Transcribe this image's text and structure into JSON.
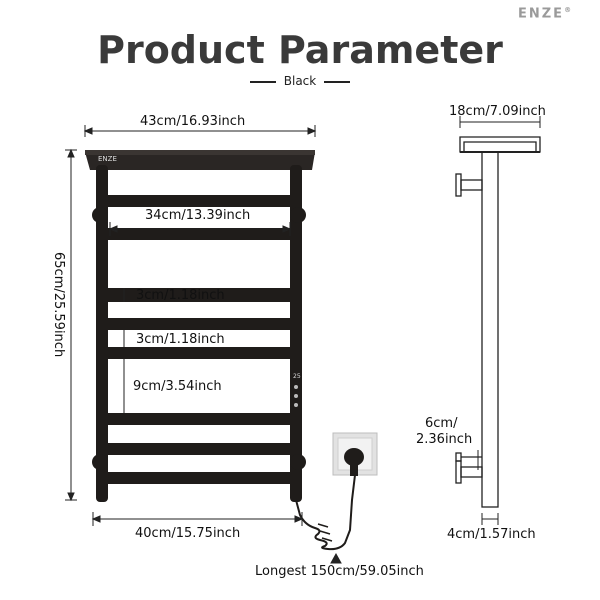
{
  "brand": "ENZE",
  "brand_mark": "®",
  "title": "Product Parameter",
  "subtitle": "Black",
  "dimensions": {
    "total_width": "43cm/16.93inch",
    "inner_width": "34cm/13.39inch",
    "height": "65cm/25.59inch",
    "bar_gap_1": "3cm/1.18inch",
    "bar_gap_2": "3cm/1.18inch",
    "bar_gap_3": "9cm/3.54inch",
    "base_width": "40cm/15.75inch",
    "cable_length": "Longest 150cm/59.05inch",
    "depth": "18cm/7.09inch",
    "bracket_spacing_line1": "6cm/",
    "bracket_spacing_line2": "2.36inch",
    "post_width": "4cm/1.57inch"
  },
  "rack_logo": "ENZE",
  "panel_display": "25",
  "colors": {
    "rack": "#1f1c1a",
    "dim_line": "#222222",
    "background": "#ffffff"
  }
}
